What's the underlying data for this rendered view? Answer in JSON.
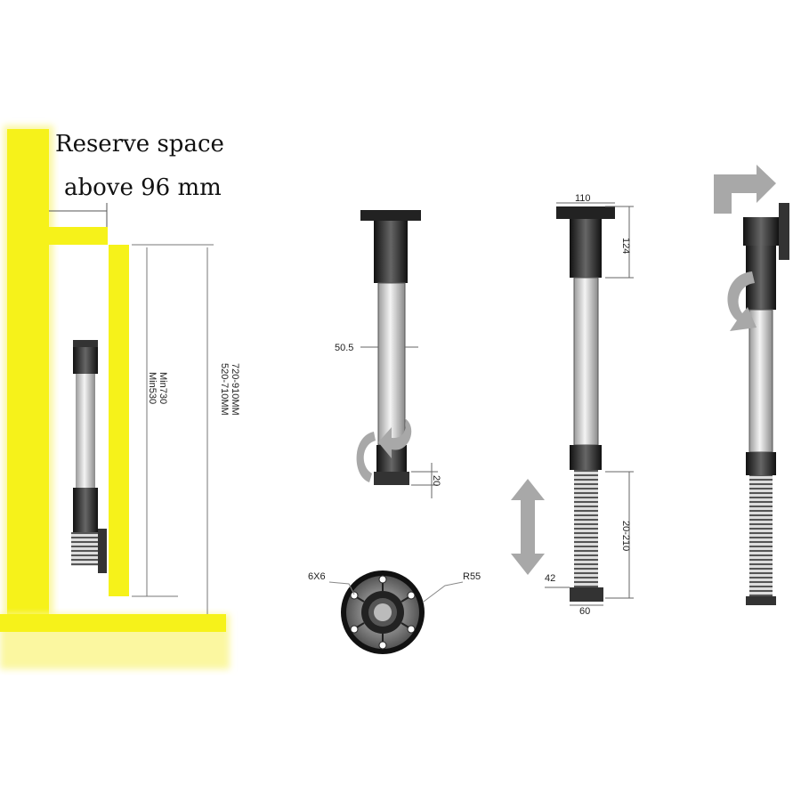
{
  "reserve_note": {
    "line1": "Reserve space",
    "line2": "above 96 mm"
  },
  "cabinet_dims": {
    "min_height": [
      "Min730",
      "Min530"
    ],
    "range": [
      "720-910MM",
      "520-710MM"
    ]
  },
  "leg_front": {
    "diameter": "50.5",
    "foot_height": "20"
  },
  "leg_side": {
    "plate_width": "110",
    "top_height": "124",
    "adjust_range": "20-210",
    "foot_diameter": "42",
    "base_width": "60"
  },
  "base_plate": {
    "hole_label": "6X6",
    "radius_label": "R55"
  },
  "colors": {
    "cabinet": "#f6f21a",
    "leg_dark": "#2a2a2a",
    "tube": "#e4e4e4",
    "arrow": "#a8a8a8"
  }
}
